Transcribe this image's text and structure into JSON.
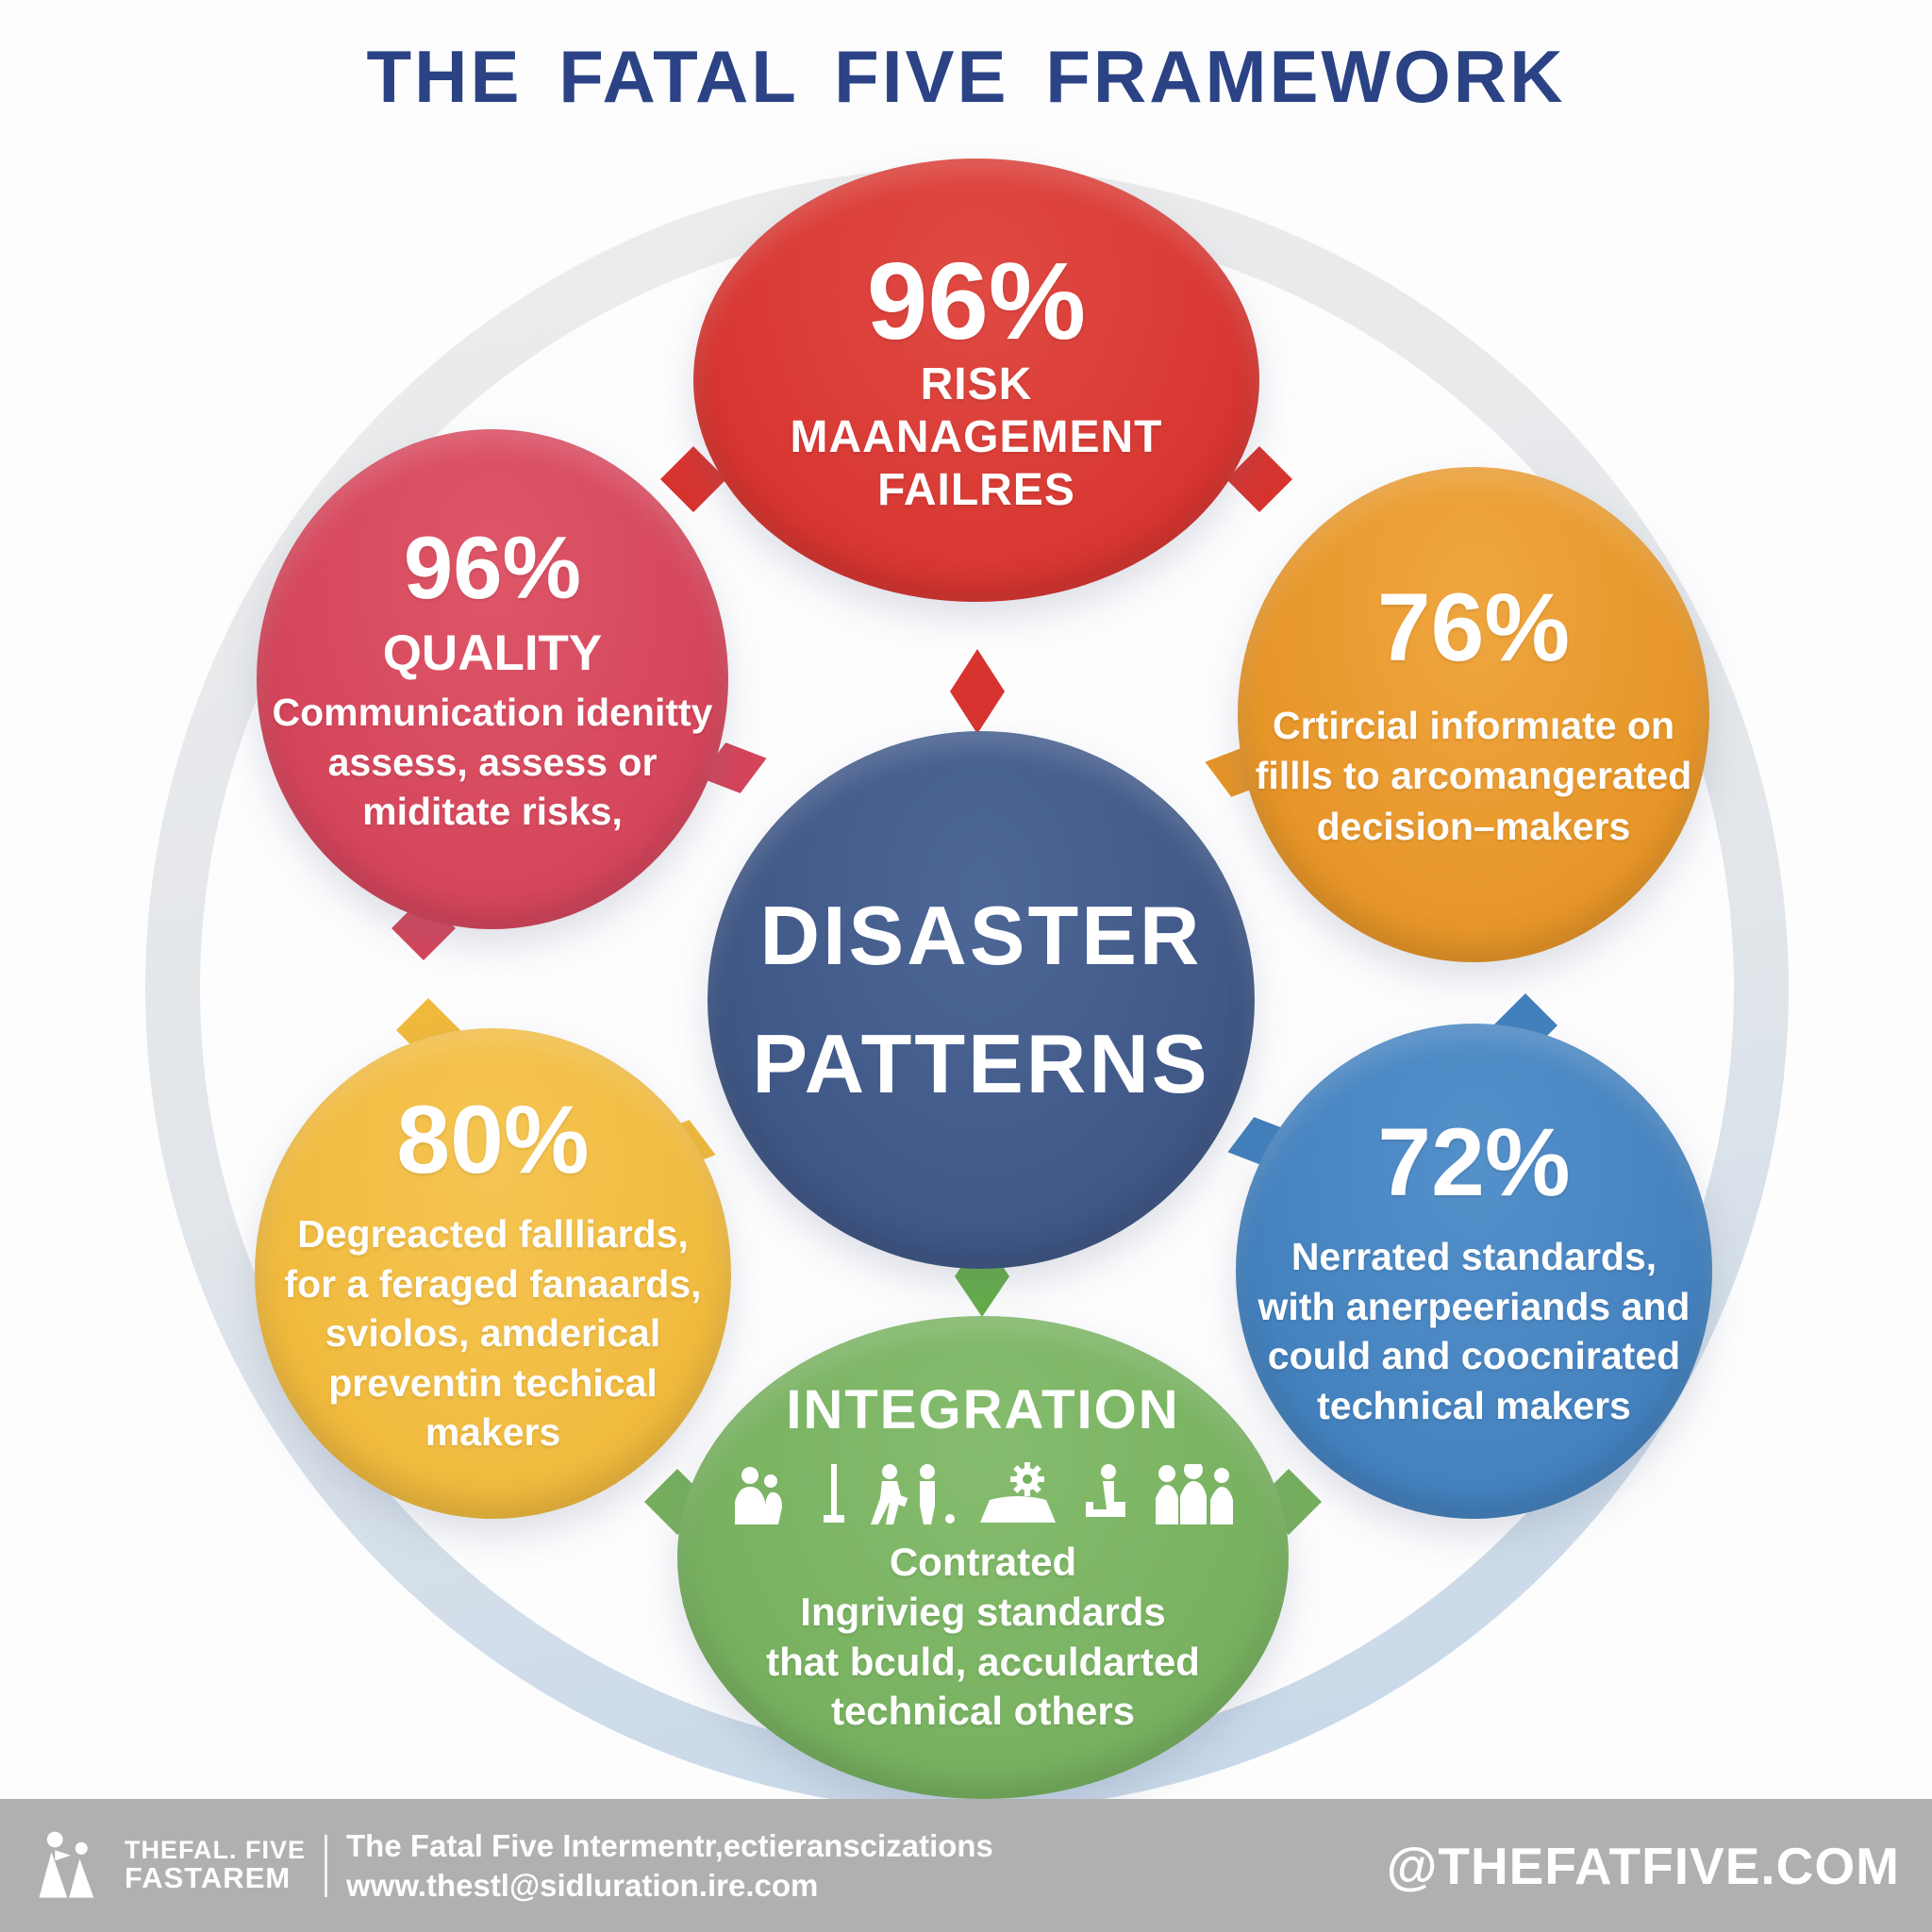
{
  "title": "THE FATAL FIVE FRAMEWORK",
  "center": {
    "line1": "DISASTER",
    "line2": "PATTERNS"
  },
  "bubbles": {
    "risk": {
      "pct": "96%",
      "lines": [
        "RISK",
        "MAANAGEMENT",
        "FAILRES"
      ],
      "color": "#d7342f"
    },
    "quality": {
      "pct": "96%",
      "heading": "QUALITY",
      "lines": [
        "Communication idenitty",
        "assess, assess or",
        "miditate risks,"
      ],
      "color": "#d4445a"
    },
    "critical": {
      "pct": "76%",
      "lines": [
        "Crtircial informıate on",
        "fillls to arcomangerated",
        "decision–makers"
      ],
      "color": "#e69426"
    },
    "degraded": {
      "pct": "80%",
      "lines": [
        "Degreacted fallliards,",
        "for a feraged fanaards,",
        "sviolos, amderical",
        "preventin techical",
        "makers"
      ],
      "color": "#f0b93c"
    },
    "narrated": {
      "pct": "72%",
      "lines": [
        "Nerrated standards,",
        "with anerpeeriands and",
        "could and coocnirated",
        "technical makers"
      ],
      "color": "#4280bd"
    },
    "integration": {
      "heading": "INTEGRATION",
      "lines": [
        "Contrated",
        "Ingrivieg standards",
        "that bculd, acculdarted",
        "technical others"
      ],
      "icons": [
        "two-people-icon",
        "pole-icon",
        "walking-people-icon",
        "gear-landscape-icon",
        "kneeling-person-icon",
        "family-group-icon"
      ],
      "color": "#76b05e"
    }
  },
  "connectors": {
    "top": "#d7342f",
    "upper_left": "#d4445a",
    "upper_right": "#e69426",
    "lower_left": "#f0b93c",
    "lower_right": "#4280bd",
    "bottom": "#65ad49"
  },
  "ring_colors": {
    "top": "#ececed",
    "bottom": "#c9d9e9"
  },
  "footer": {
    "logo_line1": "THEFAL. FIVE",
    "logo_line2": "FASTAREM",
    "tagline_line1": "The Fatal Five Intermentr,ectieranscizations",
    "tagline_line2": "www.thestl@sidluration.ire.com",
    "handle": "@THEFATFIVE.COM",
    "bar_color": "#b1b0b0"
  },
  "colors": {
    "title": "#2b4385",
    "center_circle": "#47618e",
    "background": "#fdfdfe"
  }
}
